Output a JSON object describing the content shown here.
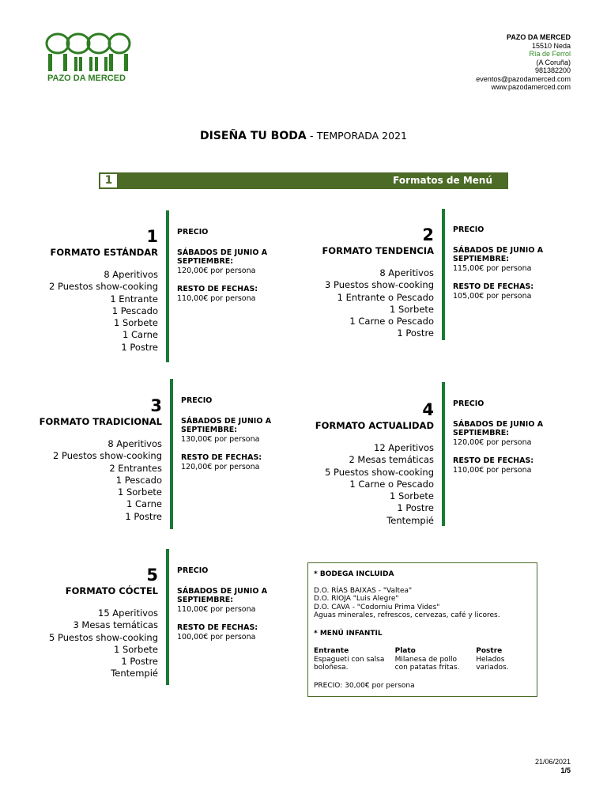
{
  "header": {
    "logo_text": "PAZO DA MERCED",
    "contact": {
      "name": "PAZO DA MERCED",
      "address": "15510  Neda",
      "region": "Ría de Ferrol",
      "province": "(A Coruña)",
      "phone": "981382200",
      "email": "eventos@pazodamerced.com",
      "web": "www.pazodamerced.com"
    },
    "colors": {
      "brand_green": "#2e7d22",
      "bar_green": "#4b6b26",
      "accent_green": "#1a7a35"
    }
  },
  "title": {
    "main": "DISEÑA TU BODA",
    "separator": "-",
    "sub": "TEMPORADA 2021"
  },
  "section": {
    "number": "1",
    "label": "Formatos de Menú"
  },
  "formats": [
    {
      "number": "1",
      "name": "FORMATO ESTÁNDAR",
      "items": [
        "8 Aperitivos",
        "2 Puestos show-cooking",
        "1 Entrante",
        "1 Pescado",
        "1 Sorbete",
        "1 Carne",
        "1 Postre"
      ],
      "price_label": "PRECIO",
      "season_label": "SÁBADOS DE JUNIO A SEPTIEMBRE:",
      "season_price": "120,00€ por persona",
      "rest_label": "RESTO DE FECHAS:",
      "rest_price": "110,00€ por persona"
    },
    {
      "number": "2",
      "name": "FORMATO TENDENCIA",
      "items": [
        "8 Aperitivos",
        "3 Puestos show-cooking",
        "1 Entrante o Pescado",
        "1 Sorbete",
        "1 Carne o Pescado",
        "1 Postre"
      ],
      "price_label": "PRECIO",
      "season_label": "SÁBADOS DE JUNIO A SEPTIEMBRE:",
      "season_price": "115,00€ por persona",
      "rest_label": "RESTO DE FECHAS:",
      "rest_price": "105,00€ por persona"
    },
    {
      "number": "3",
      "name": "FORMATO TRADICIONAL",
      "items": [
        "8 Aperitivos",
        "2 Puestos show-cooking",
        "2 Entrantes",
        "1 Pescado",
        "1 Sorbete",
        "1 Carne",
        "1 Postre"
      ],
      "price_label": "PRECIO",
      "season_label": "SÁBADOS DE JUNIO A SEPTIEMBRE:",
      "season_price": "130,00€ por persona",
      "rest_label": "RESTO DE FECHAS:",
      "rest_price": "120,00€ por persona"
    },
    {
      "number": "4",
      "name": "FORMATO ACTUALIDAD",
      "items": [
        "12 Aperitivos",
        "2 Mesas temáticas",
        "5 Puestos show-cooking",
        "1 Carne o Pescado",
        "1 Sorbete",
        "1 Postre",
        "Tentempié"
      ],
      "price_label": "PRECIO",
      "season_label": "SÁBADOS DE JUNIO A SEPTIEMBRE:",
      "season_price": "120,00€ por persona",
      "rest_label": "RESTO DE FECHAS:",
      "rest_price": "110,00€ por persona"
    },
    {
      "number": "5",
      "name": "FORMATO CÓCTEL",
      "items": [
        "15 Aperitivos",
        "3 Mesas temáticas",
        "5 Puestos show-cooking",
        "1 Sorbete",
        "1 Postre",
        "Tentempié"
      ],
      "price_label": "PRECIO",
      "season_label": "SÁBADOS DE JUNIO A SEPTIEMBRE:",
      "season_price": "110,00€ por persona",
      "rest_label": "RESTO DE FECHAS:",
      "rest_price": "100,00€ por persona"
    }
  ],
  "info_box": {
    "bodega_title": "* BODEGA INCLUIDA",
    "bodega_lines": [
      "D.O. RÍAS BAIXAS - \"Valtea\"",
      "D.O. RIOJA \"Luis Alegre\"",
      "D.O. CAVA - \"Codorniu Prima Vides\"",
      "Aguas minerales, refrescos, cervezas, café y licores."
    ],
    "infantil_title": "* MENÚ INFANTIL",
    "columns": [
      {
        "head": "Entrante",
        "line1": "Espagueti con salsa",
        "line2": "boloñesa."
      },
      {
        "head": "Plato",
        "line1": "Milanesa de pollo",
        "line2": "con patatas fritas."
      },
      {
        "head": "Postre",
        "line1": "Helados",
        "line2": "variados."
      }
    ],
    "infantil_price": "PRECIO: 30,00€ por persona"
  },
  "footer": {
    "date": "21/06/2021",
    "page": "1/5"
  }
}
